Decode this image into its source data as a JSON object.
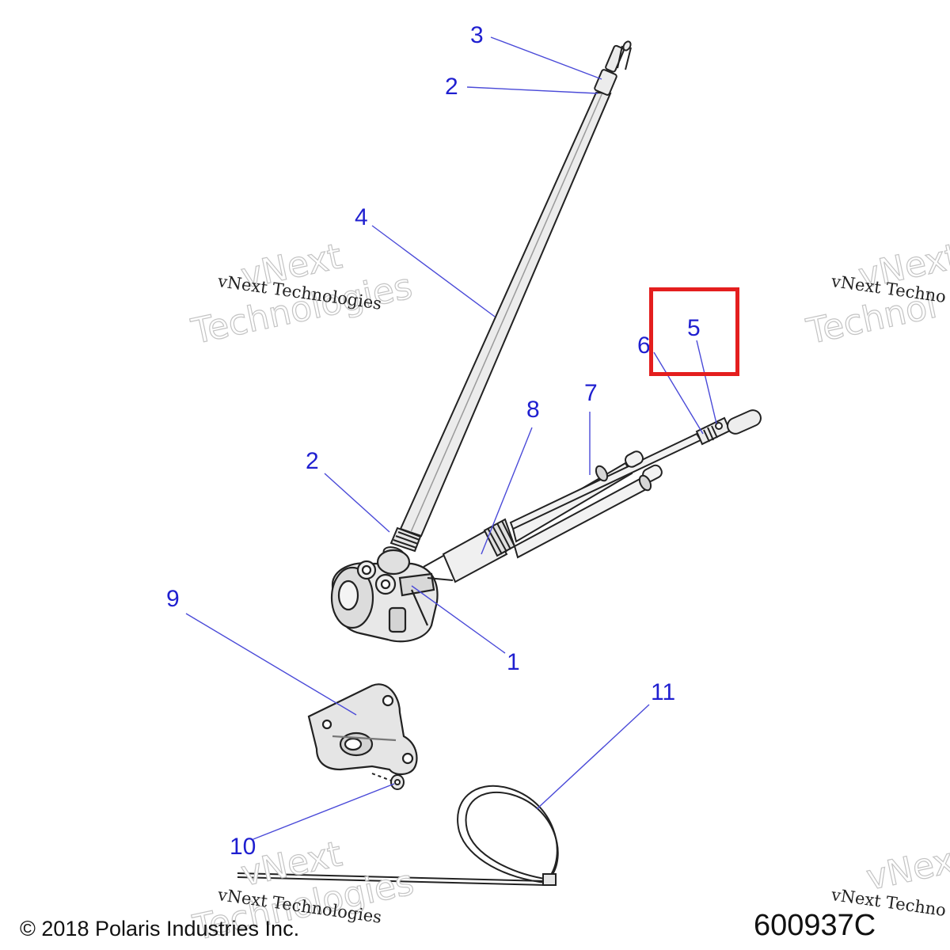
{
  "callouts": {
    "c1": "1",
    "c2a": "2",
    "c2b": "2",
    "c3": "3",
    "c4": "4",
    "c5": "5",
    "c6": "6",
    "c7": "7",
    "c8": "8",
    "c9": "9",
    "c10": "10",
    "c11": "11"
  },
  "watermarks": {
    "line1": "vNext Technologies",
    "word_top": "vNext",
    "word_bottom": "Technologies",
    "edge_line": "vNext Techno",
    "edge_top": "vNext",
    "edge_bottom": "Technol"
  },
  "footer": {
    "copyright": "© 2018 Polaris Industries Inc.",
    "figure_id": "600937C"
  },
  "colors": {
    "callout": "#1f1fd0",
    "highlight": "#e41e1e",
    "line_art": "#222222"
  }
}
